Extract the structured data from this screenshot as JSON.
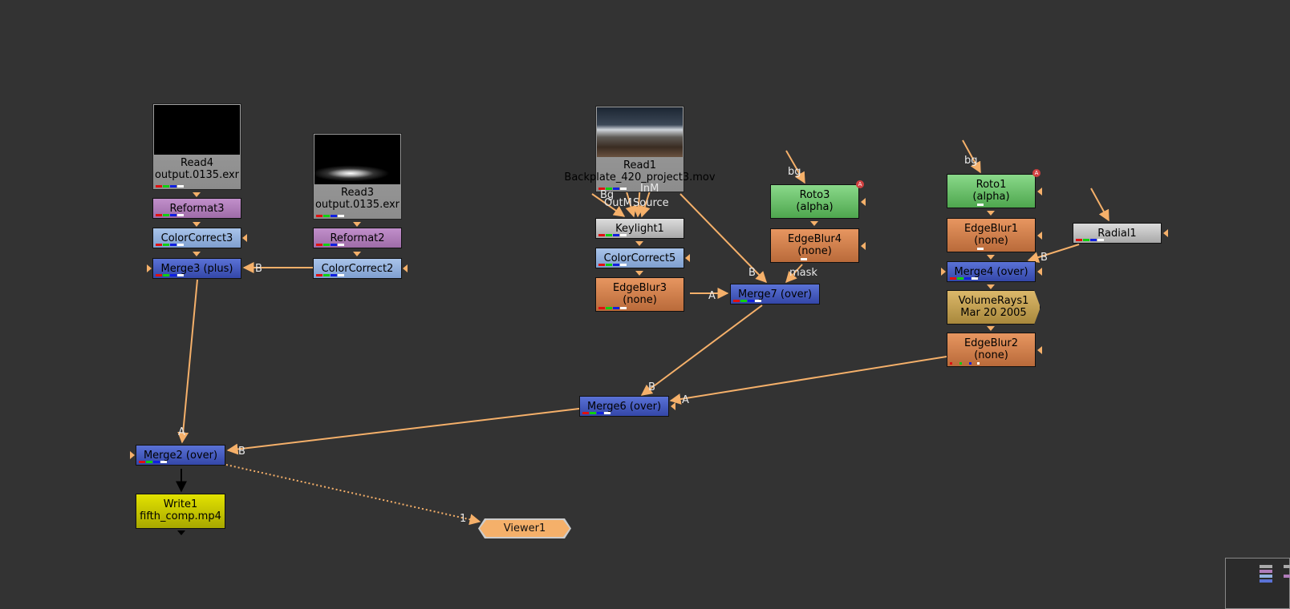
{
  "nodes": {
    "read4": {
      "name": "Read4",
      "file": "output.0135.exr"
    },
    "read3": {
      "name": "Read3",
      "file": "output.0135.exr"
    },
    "read1": {
      "name": "Read1",
      "file": "Backplate_420_project3.mov"
    },
    "reformat3": {
      "name": "Reformat3"
    },
    "reformat2": {
      "name": "Reformat2"
    },
    "colorcorrect3": {
      "name": "ColorCorrect3"
    },
    "colorcorrect2": {
      "name": "ColorCorrect2"
    },
    "colorcorrect5": {
      "name": "ColorCorrect5"
    },
    "merge3": {
      "name": "Merge3 (plus)"
    },
    "keylight1": {
      "name": "Keylight1"
    },
    "edgeblur3": {
      "name": "EdgeBlur3",
      "sub": "(none)"
    },
    "roto3": {
      "name": "Roto3",
      "sub": "(alpha)"
    },
    "edgeblur4": {
      "name": "EdgeBlur4",
      "sub": "(none)"
    },
    "merge7": {
      "name": "Merge7 (over)"
    },
    "roto1": {
      "name": "Roto1",
      "sub": "(alpha)"
    },
    "edgeblur1": {
      "name": "EdgeBlur1",
      "sub": "(none)"
    },
    "radial1": {
      "name": "Radial1"
    },
    "merge4": {
      "name": "Merge4 (over)"
    },
    "volumerays1": {
      "name": "VolumeRays1",
      "sub": "Mar 20 2005"
    },
    "edgeblur2": {
      "name": "EdgeBlur2",
      "sub": "(none)"
    },
    "merge6": {
      "name": "Merge6 (over)"
    },
    "merge2": {
      "name": "Merge2 (over)"
    },
    "write1": {
      "name": "Write1",
      "file": "fifth_comp.mp4"
    },
    "viewer1": {
      "name": "Viewer1"
    }
  },
  "pipe_labels": {
    "merge3_b": "B",
    "keylight_bg": "Bg",
    "keylight_inm": "InM",
    "keylight_outm": "OutM",
    "keylight_source": "Source",
    "roto3_bg": "bg",
    "roto1_bg": "bg",
    "merge7_b": "B",
    "merge7_a": "A",
    "merge7_mask": "mask",
    "merge4_b": "B",
    "merge6_b": "B",
    "merge6_a": "A",
    "merge2_a": "A",
    "merge2_b": "B",
    "viewer_input": "1"
  },
  "badges": {
    "roto3": "A",
    "roto1": "A"
  },
  "colors": {
    "background": "#333333",
    "pipe": "#f5b06a",
    "merge": "#3f53b8",
    "read": "#9a9a9a",
    "reformat": "#b07cba",
    "colorcorrect": "#93b1de",
    "edgeblur": "#d08050",
    "roto": "#6cc06c",
    "write": "#c8c800",
    "viewer": "#f5b06a"
  }
}
